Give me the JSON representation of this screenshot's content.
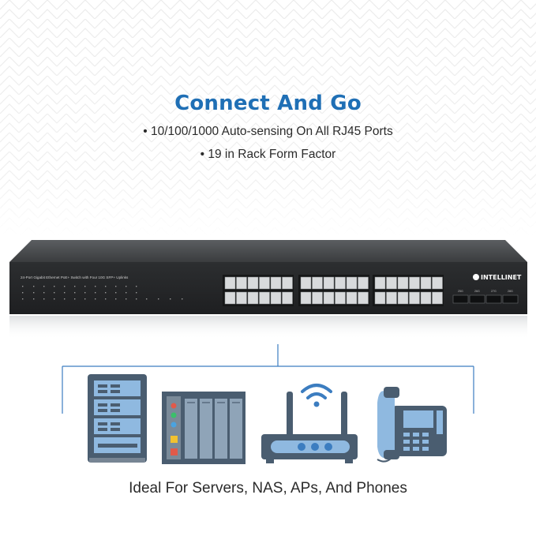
{
  "headline": "Connect And Go",
  "bullets": [
    "• 10/100/1000 Auto-sensing On All RJ45 Ports",
    "• 19 in Rack Form Factor"
  ],
  "switch": {
    "brand": "INTELLINET",
    "model_label": "24-Port Gigabit Ethernet PoE+ Switch with Four 10G SFP+ Uplinks",
    "sfp_labels": [
      "25G",
      "26G",
      "27G",
      "28G"
    ]
  },
  "devices": [
    {
      "name": "Servers",
      "icon": "server-rack-icon"
    },
    {
      "name": "NAS",
      "icon": "nas-icon"
    },
    {
      "name": "APs",
      "icon": "wireless-router-icon"
    },
    {
      "name": "Phones",
      "icon": "ip-phone-icon"
    }
  ],
  "caption": "Ideal For Servers, NAS, APs, And Phones",
  "colors": {
    "accent": "#1f6fb5",
    "icon_slate": "#4a5d70",
    "icon_blue": "#6fa6d8",
    "line": "#3c7dc0"
  }
}
